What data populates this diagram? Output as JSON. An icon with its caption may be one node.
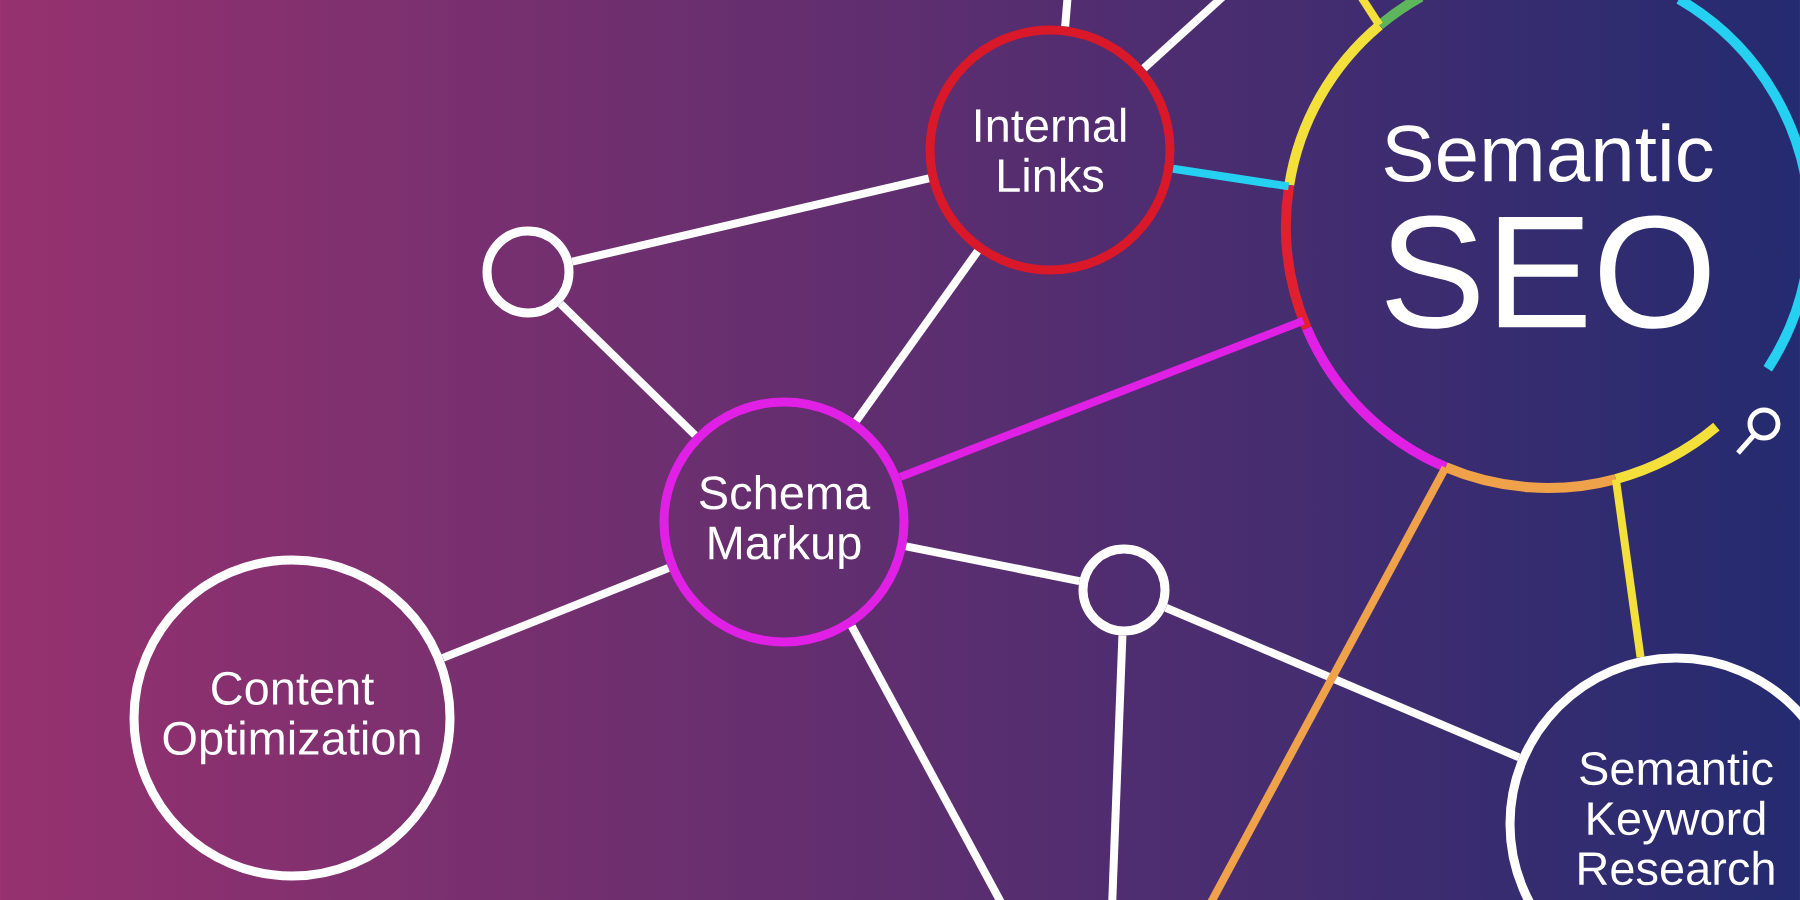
{
  "diagram": {
    "nodes": [
      {
        "text": [
          "Internal Links"
        ]
      },
      {
        "text": [
          "Semantic",
          "SEO"
        ]
      },
      {
        "text": [],
        "shape": "circle"
      },
      {
        "text": [
          "Schema Markup"
        ]
      },
      {
        "text": [],
        "shape": "circle"
      },
      {
        "text": [
          "Content Optimization"
        ]
      },
      {
        "text": [
          "Semantic Keyword Research"
        ]
      }
    ],
    "edges": [
      {
        "from": 0,
        "to": null,
        "arrow": "none"
      },
      {
        "from": 0,
        "to": null,
        "arrow": "none"
      },
      {
        "from": 0,
        "to": 1,
        "arrow": "none",
        "color": "#25d0f0"
      },
      {
        "from": 2,
        "to": 0,
        "arrow": "none"
      },
      {
        "from": 2,
        "to": 3,
        "arrow": "none"
      },
      {
        "from": 0,
        "to": 3,
        "arrow": "none"
      },
      {
        "from": 3,
        "to": 1,
        "arrow": "none",
        "color": "#e020e4"
      },
      {
        "from": 5,
        "to": 3,
        "arrow": "none"
      },
      {
        "from": 3,
        "to": 4,
        "arrow": "none"
      },
      {
        "from": 3,
        "to": null,
        "arrow": "none"
      },
      {
        "from": 4,
        "to": null,
        "arrow": "none"
      },
      {
        "from": 4,
        "to": 6,
        "arrow": "none"
      },
      {
        "from": 1,
        "to": null,
        "arrow": "none",
        "color": "#f0a24a"
      },
      {
        "from": 1,
        "to": 6,
        "arrow": "none",
        "color": "#f3e03b"
      },
      {
        "from": 1,
        "to": null,
        "arrow": "none",
        "color": "#f3e03b"
      }
    ]
  }
}
